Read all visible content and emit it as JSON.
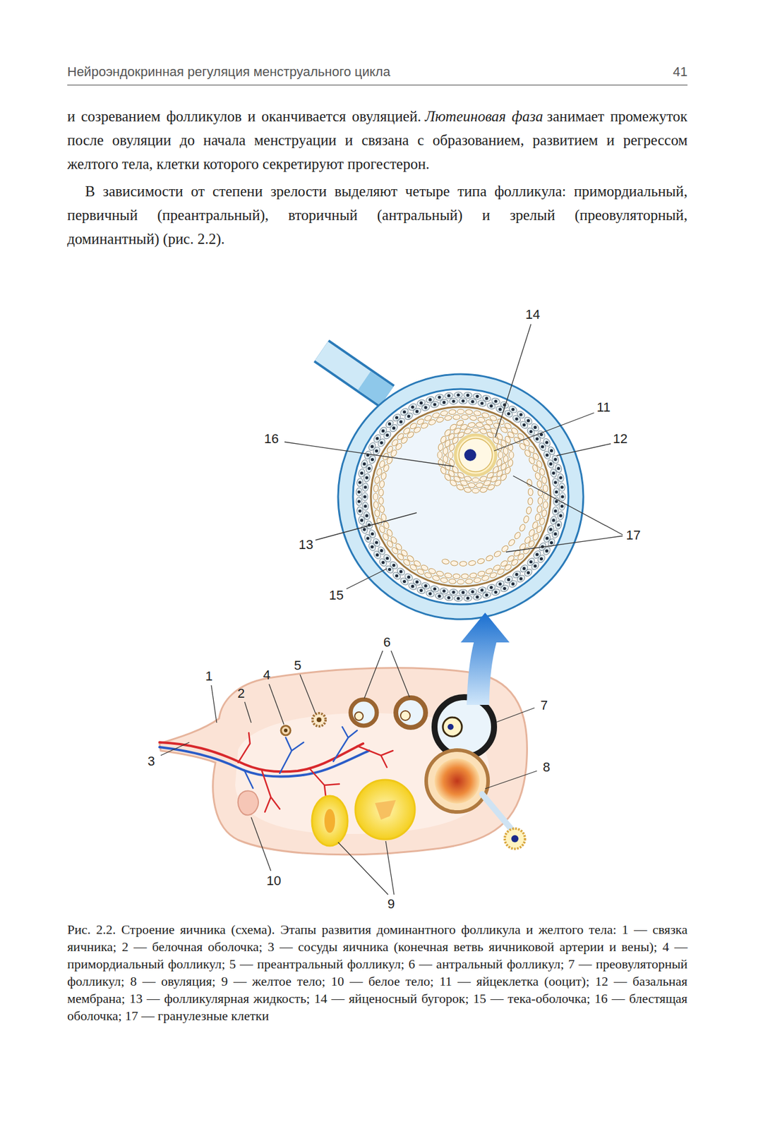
{
  "diagram": {
    "caption": "Рис. 2.2. Строение яичника (схема). Этапы развития доминантного фолликула и желтого тела: 1 — связка яичника; 2 — белочная оболочка; 3 — сосуды яичника (конечная ветвь яичниковой артерии и вены); 4 — примордиальный фолликул; 5 — преантральный фолликул; 6 — антральный фолликул; 7 — преовуляторный фолликул; 8 — овуляция; 9 — желтое тело; 10 — белое тело; 11 — яйцеклетка (ооцит); 12 — базальная мембрана; 13 — фолликулярная жидкость; 14 — яйценосный бугорок; 15 — тека-оболочка; 16 — блестящая оболочка; 17 — гранулезные клетки",
    "labels": [
      "Нейроэндокринная регуляция менструального цикла",
      "41",
      "и созреванием фолликулов и оканчивается овуляцией.",
      "Лютеиновая фаза",
      "занимает промежуток после овуляции до начала менструации и связана с образованием, развитием и регрессом желтого тела, клетки которого секретируют прогестерон.",
      "В зависимости от степени зрелости выделяют четыре типа фолликула: примордиальный, первичный (преантральный), вторичный (антральный) и зрелый (преовуляторный, доминантный) (рис. 2.2).",
      "14",
      "11",
      "16",
      "12",
      "13",
      "17",
      "15",
      "6",
      "1",
      "4",
      "5",
      "2",
      "3",
      "7",
      "8",
      "10",
      "9"
    ]
  }
}
